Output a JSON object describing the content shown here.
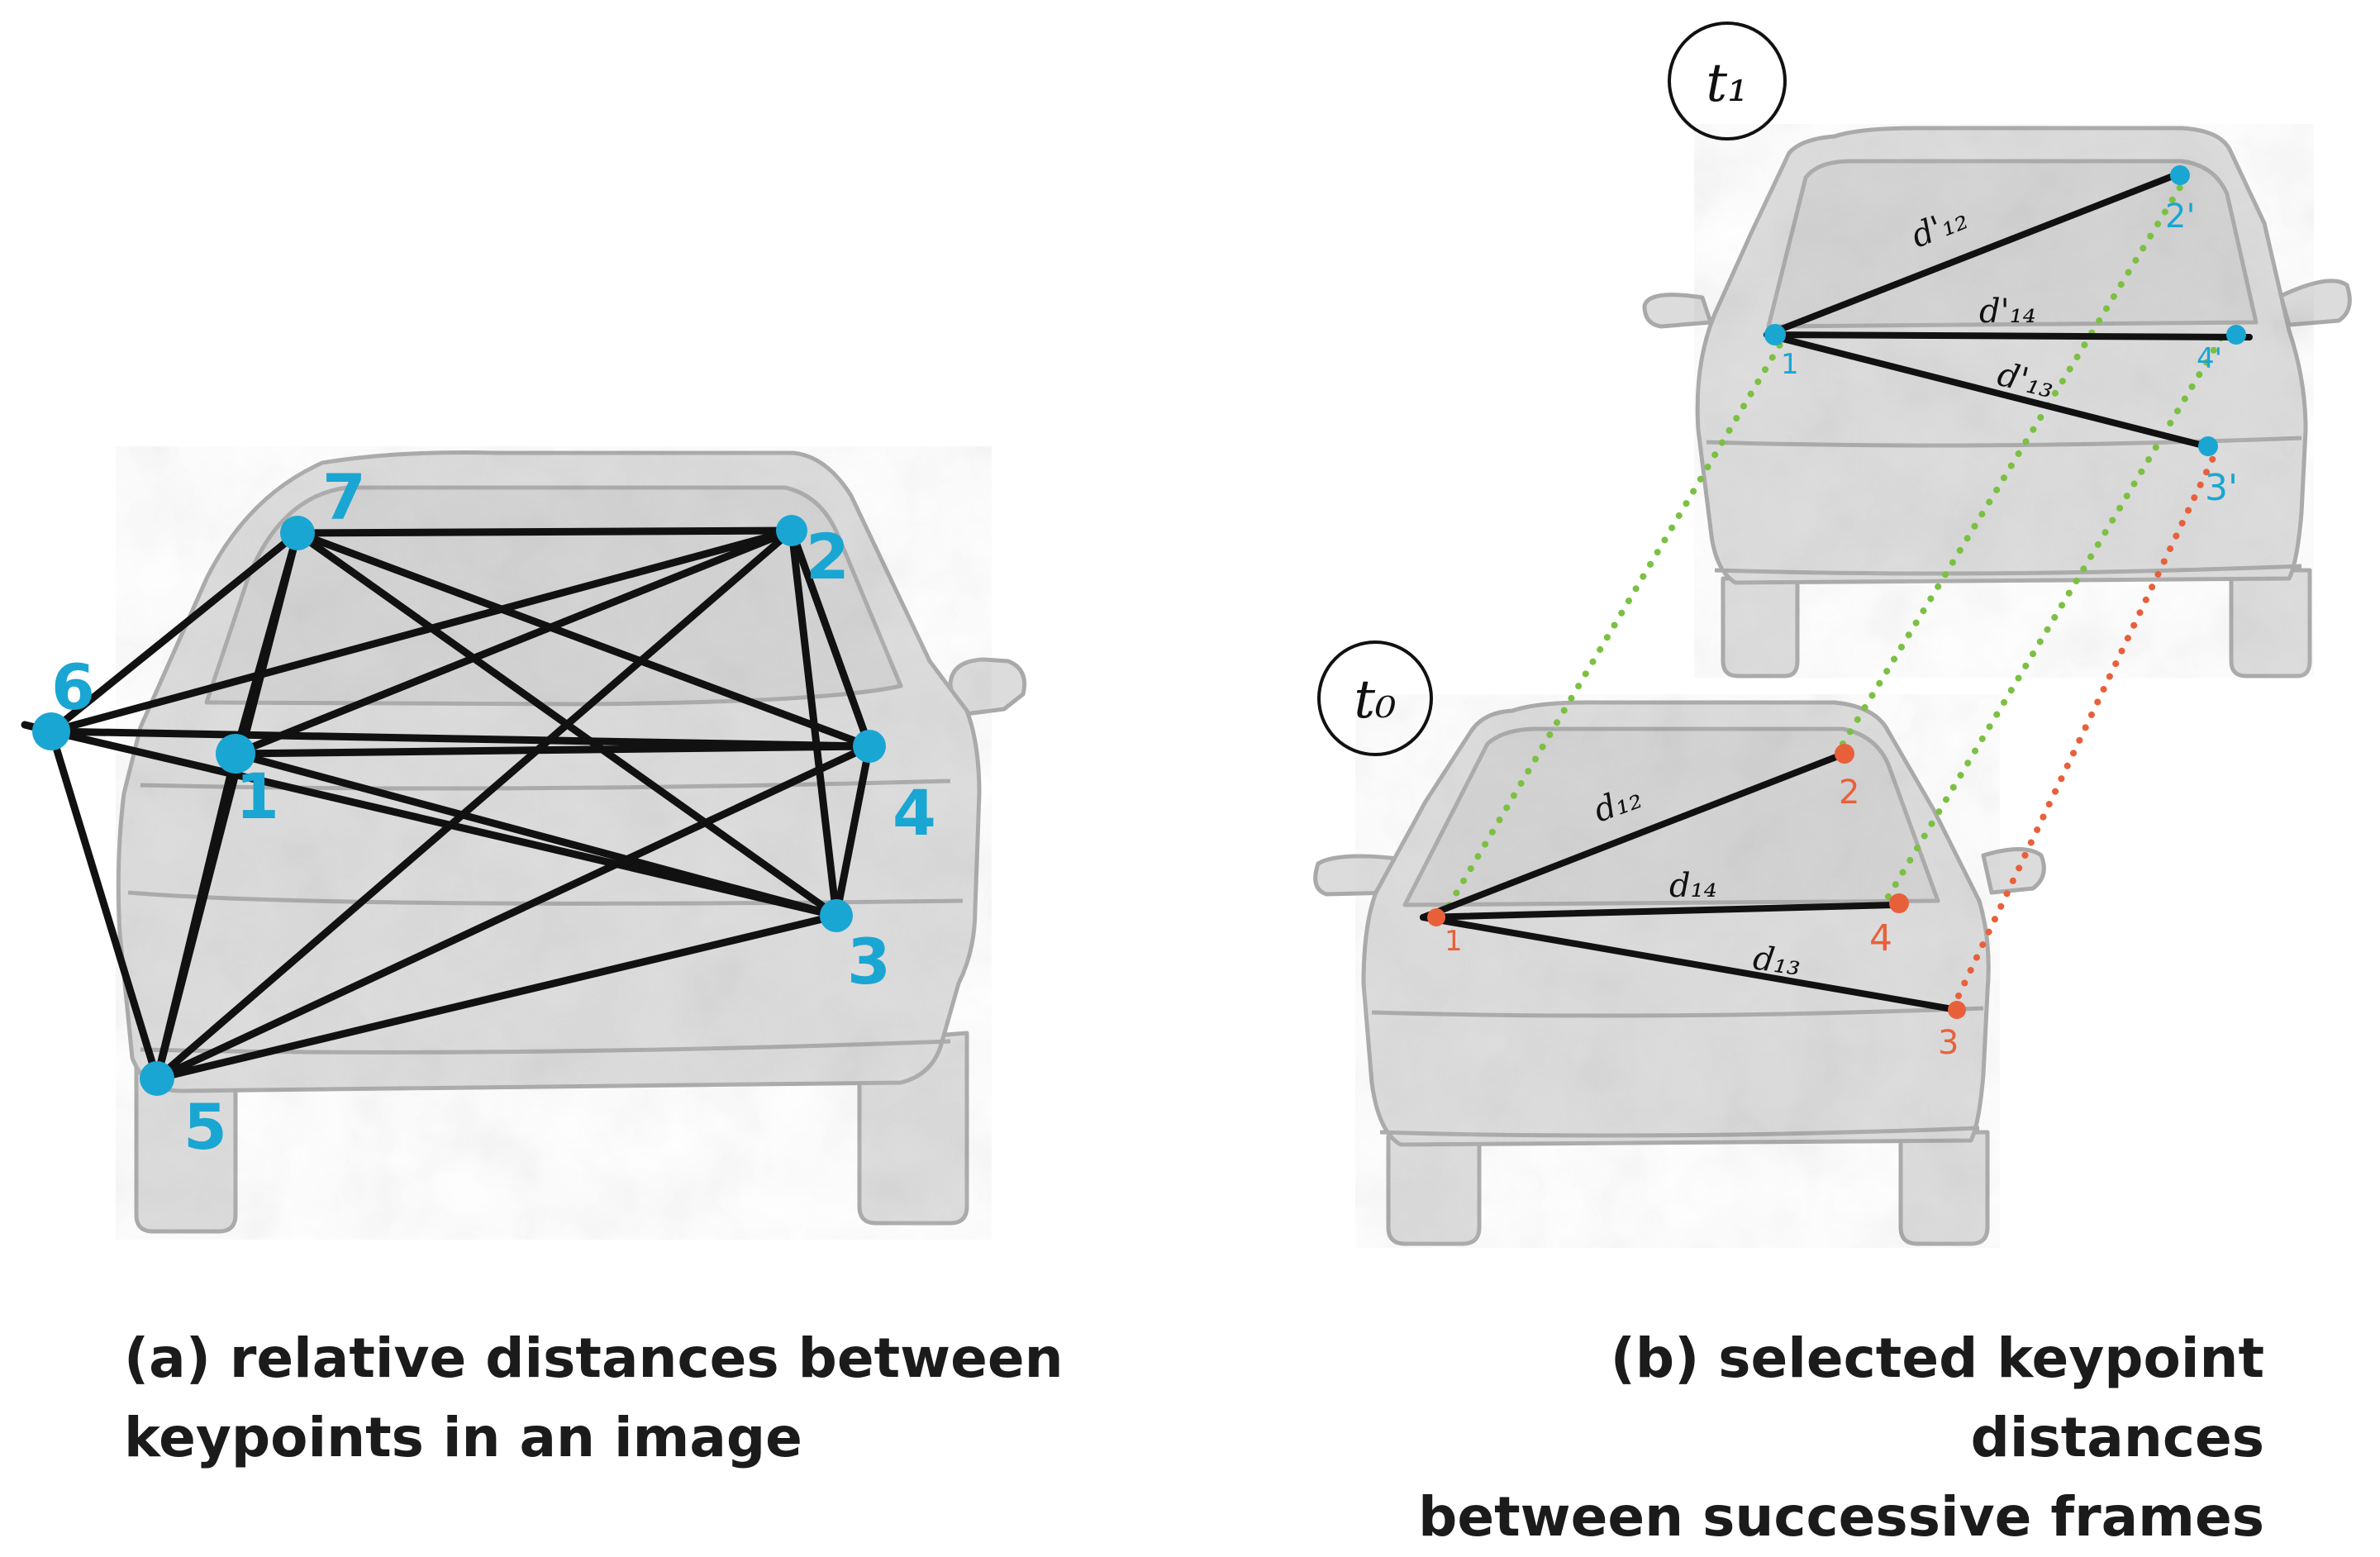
{
  "colors": {
    "keypoint_blue": "#1aa6d2",
    "keypoint_orange": "#e8603a",
    "match_green": "#7cc043",
    "match_orange": "#e8603a",
    "car_fill": "#dcdcdc",
    "car_outline": "#a9a9a9",
    "line": "#111111"
  },
  "panel_a": {
    "keypoint_labels": [
      "1",
      "2",
      "3",
      "4",
      "5",
      "6",
      "7"
    ],
    "caption_line1": "(a) relative distances between",
    "caption_line2": "keypoints in an image"
  },
  "panel_b": {
    "t1_label": "t₁",
    "t0_label": "t₀",
    "t1_keypoint_labels": {
      "k1": "1",
      "k2": "2'",
      "k3": "3'",
      "k4": "4'"
    },
    "t0_keypoint_labels": {
      "k1": "1",
      "k2": "2",
      "k3": "3",
      "k4": "4"
    },
    "t1_distance_labels": {
      "d12": "d'₁₂",
      "d14": "d'₁₄",
      "d13": "d'₁₃"
    },
    "t0_distance_labels": {
      "d12": "d₁₂",
      "d14": "d₁₄",
      "d13": "d₁₃"
    },
    "caption_line1": "(b) selected keypoint distances",
    "caption_line2": "between successive frames"
  }
}
